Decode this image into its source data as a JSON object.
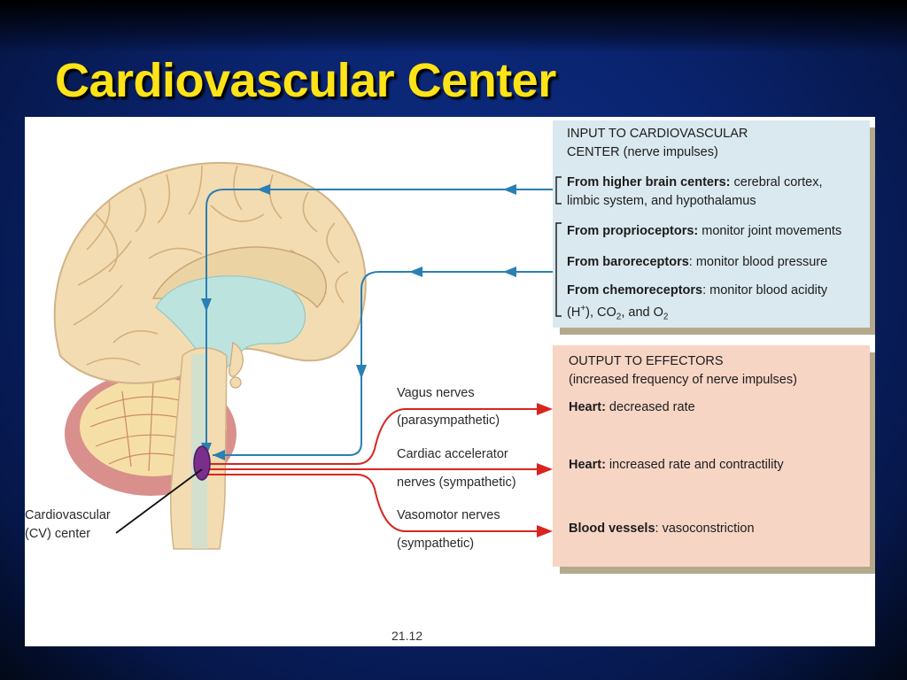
{
  "slide": {
    "title": "Cardiovascular Center",
    "figure_number": "21.12"
  },
  "input_box": {
    "heading_line1": "INPUT TO CARDIOVASCULAR",
    "heading_line2_bold": "CENTER",
    "heading_line2_rest": " (nerve impulses)",
    "items": [
      {
        "bold": "From higher brain centers:",
        "rest1": " cerebral cortex,",
        "rest2": "limbic system, and hypothalamus"
      },
      {
        "bold": "From proprioceptors:",
        "rest1": " monitor joint movements"
      },
      {
        "bold": "From baroreceptors",
        "rest1": ": monitor blood pressure"
      },
      {
        "bold": "From chemoreceptors",
        "rest1": ": monitor blood acidity",
        "rest2_parts": [
          "(H",
          "+",
          "), CO",
          "2",
          ", and O",
          "2"
        ]
      }
    ]
  },
  "output_box": {
    "heading": "OUTPUT TO EFFECTORS",
    "subheading": "(increased frequency of nerve impulses)",
    "items": [
      {
        "bold": "Heart:",
        "rest": " decreased rate"
      },
      {
        "bold": "Heart:",
        "rest": " increased rate and contractility"
      },
      {
        "bold": "Blood vessels",
        "rest": ": vasoconstriction"
      }
    ]
  },
  "nerve_labels": {
    "vagus_1": "Vagus nerves",
    "vagus_2": "(parasympathetic)",
    "cardiac_1": "Cardiac accelerator",
    "cardiac_2": "nerves (sympathetic)",
    "vaso_1": "Vasomotor nerves",
    "vaso_2": "(sympathetic)"
  },
  "cv_label": {
    "line1": "Cardiovascular",
    "line2": "(CV) center"
  },
  "colors": {
    "title": "#ffe317",
    "input_arrow": "#2a7fb3",
    "output_arrow": "#d9251f",
    "cv_center": "#7a2f8e",
    "brain": "#f3dcb1",
    "ventricle": "#bde3df"
  }
}
